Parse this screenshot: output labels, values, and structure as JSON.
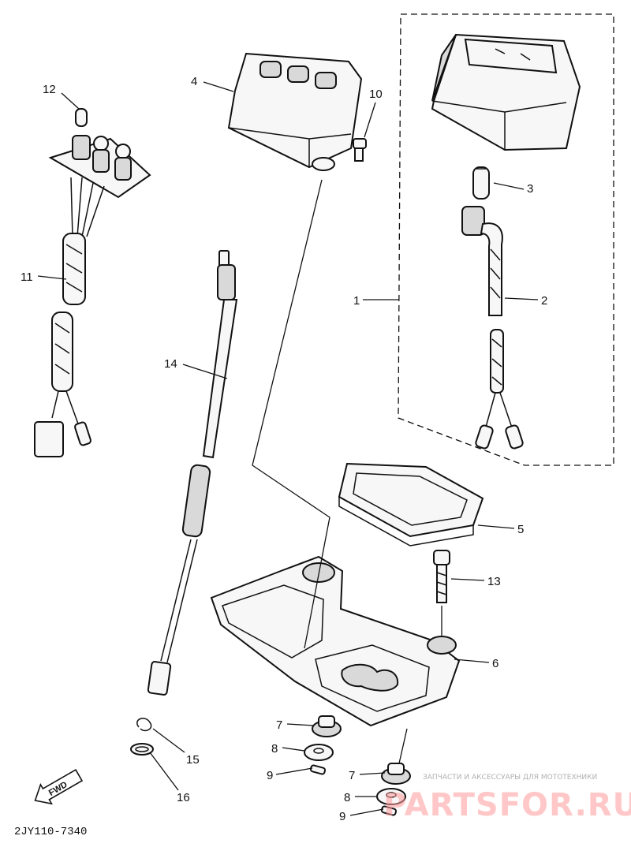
{
  "diagram": {
    "drawing_code": "2JY110-7340",
    "direction_badge": "FWD",
    "callouts": {
      "p1": "1",
      "p2": "2",
      "p3": "3",
      "p4": "4",
      "p5": "5",
      "p6": "6",
      "p7a": "7",
      "p7b": "7",
      "p8a": "8",
      "p8b": "8",
      "p9a": "9",
      "p9b": "9",
      "p10": "10",
      "p11": "11",
      "p12": "12",
      "p13": "13",
      "p14": "14",
      "p15": "15",
      "p16": "16"
    }
  },
  "watermark": {
    "caption": "ЗАПЧАСТИ И АКСЕССУАРЫ ДЛЯ МОТОТЕХНИКИ",
    "site": "PARTSFOR.RU"
  }
}
